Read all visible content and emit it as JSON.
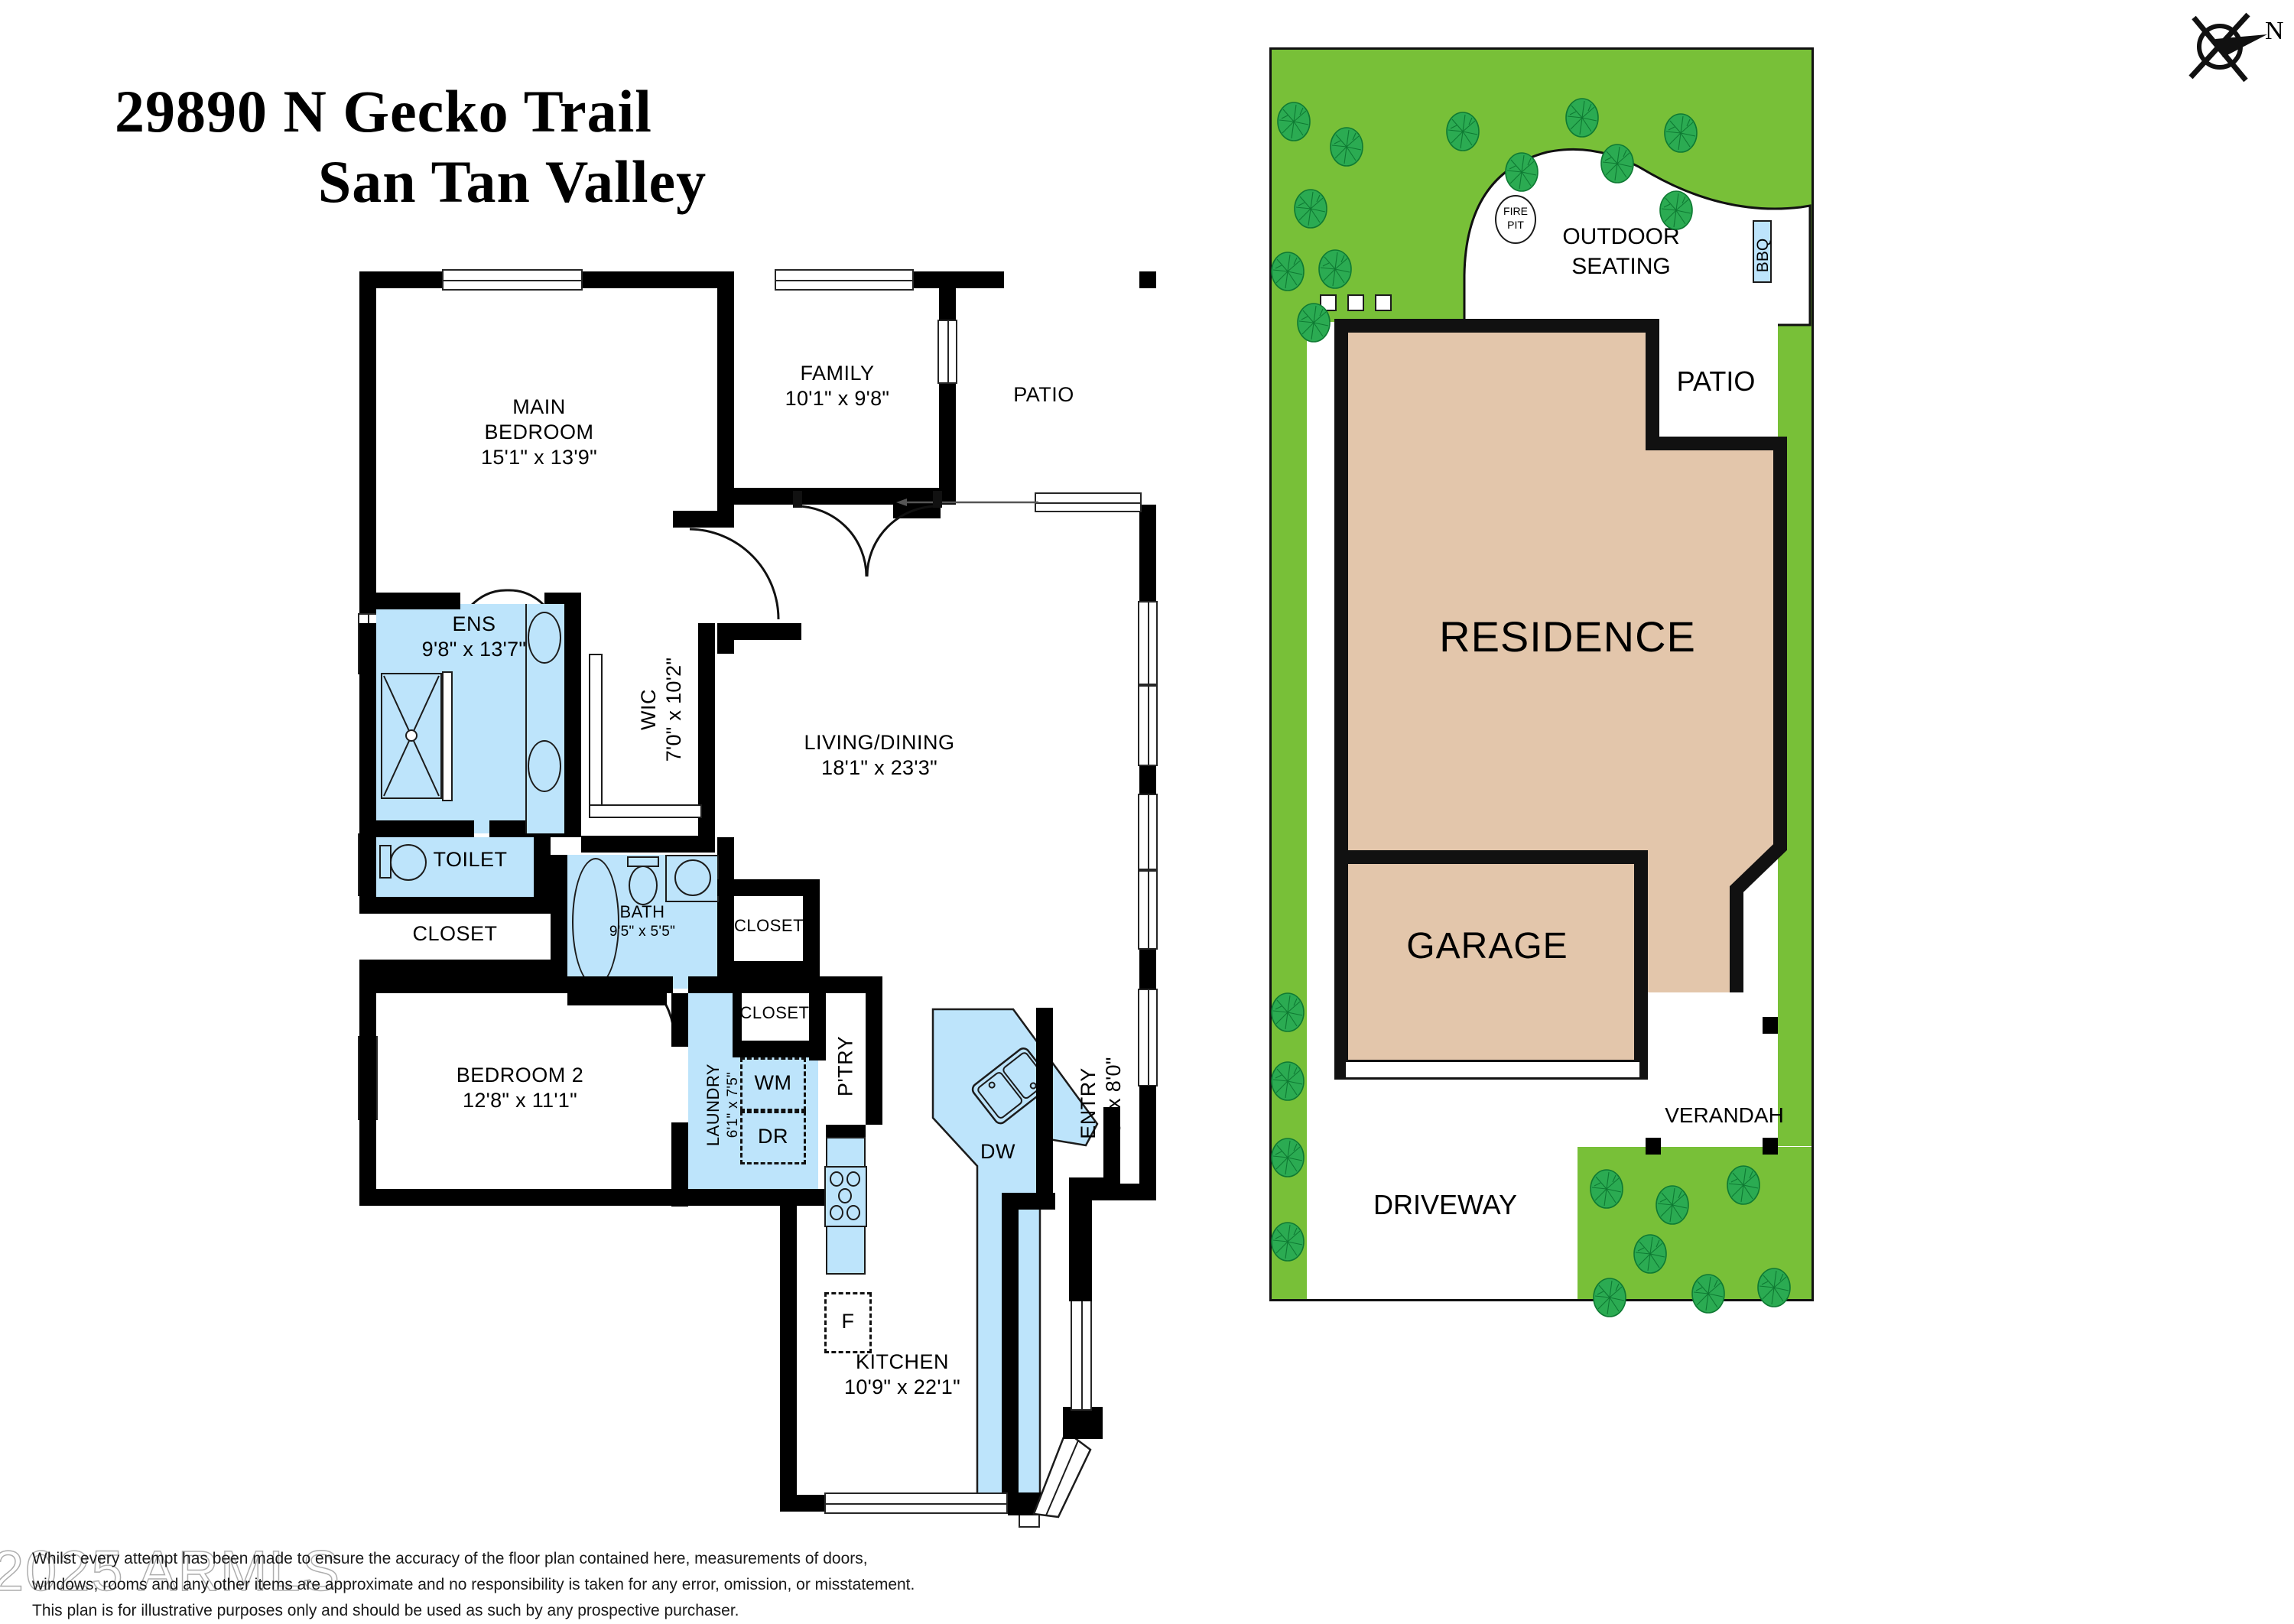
{
  "title": {
    "address_line1": "29890 N Gecko Trail",
    "address_line2": "San Tan Valley"
  },
  "compass": {
    "label": "N",
    "icon": "compass-rose-icon"
  },
  "floor_plan": {
    "rooms": [
      {
        "key": "main_bedroom",
        "name": "MAIN",
        "name2": "BEDROOM",
        "dims": "15'1\" x 13'9\""
      },
      {
        "key": "family",
        "name": "FAMILY",
        "dims": "10'1\" x 9'8\""
      },
      {
        "key": "patio",
        "name": "PATIO",
        "dims": ""
      },
      {
        "key": "ens",
        "name": "ENS",
        "dims": "9'8\" x 13'7\""
      },
      {
        "key": "wic",
        "name": "WIC",
        "dims": "7'0\" x 10'2\""
      },
      {
        "key": "living_dining",
        "name": "LIVING/DINING",
        "dims": "18'1\" x 23'3\""
      },
      {
        "key": "toilet",
        "name": "TOILET",
        "dims": ""
      },
      {
        "key": "bath",
        "name": "BATH",
        "dims": "9'5\" x 5'5\""
      },
      {
        "key": "closet_left",
        "name": "CLOSET",
        "dims": ""
      },
      {
        "key": "closet_right",
        "name": "CLOSET",
        "dims": ""
      },
      {
        "key": "bedroom2",
        "name": "BEDROOM 2",
        "dims": "12'8\" x 11'1\""
      },
      {
        "key": "closet_mid",
        "name": "CLOSET",
        "dims": ""
      },
      {
        "key": "laundry",
        "name": "LAUNDRY",
        "dims": "6'1\" x 7'5\""
      },
      {
        "key": "pantry",
        "name": "P'TRY",
        "dims": ""
      },
      {
        "key": "entry",
        "name": "ENTRY",
        "dims": "4'8\" x 8'0\""
      },
      {
        "key": "kitchen",
        "name": "KITCHEN",
        "dims": "10'9\" x 22'1\""
      }
    ],
    "appliances": [
      {
        "key": "washer",
        "label": "WM"
      },
      {
        "key": "dryer",
        "label": "DR"
      },
      {
        "key": "fridge",
        "label": "F"
      },
      {
        "key": "dishwasher",
        "label": "DW"
      }
    ]
  },
  "site_plan": {
    "labels": [
      {
        "key": "outdoor_seating",
        "line1": "OUTDOOR",
        "line2": "SEATING"
      },
      {
        "key": "fire_pit",
        "line1": "FIRE",
        "line2": "PIT"
      },
      {
        "key": "bbq",
        "line1": "BBQ",
        "line2": ""
      },
      {
        "key": "patio",
        "line1": "PATIO",
        "line2": ""
      },
      {
        "key": "residence",
        "line1": "RESIDENCE",
        "line2": ""
      },
      {
        "key": "garage",
        "line1": "GARAGE",
        "line2": ""
      },
      {
        "key": "verandah",
        "line1": "VERANDAH",
        "line2": ""
      },
      {
        "key": "driveway",
        "line1": "DRIVEWAY",
        "line2": ""
      }
    ]
  },
  "footer": {
    "disclaimer_line1": "Whilst every attempt has been made to ensure the accuracy of the floor plan contained here, measurements of doors,",
    "disclaimer_line2": "windows, rooms and any other items are approximate and no responsibility is taken for any error, omission, or misstatement.",
    "disclaimer_line3": "This plan is for illustrative purposes only and should be used as such by any prospective purchaser.",
    "watermark": "2025 ARMLS"
  },
  "colors": {
    "wall": "#000000",
    "wet_area": "#bde4fb",
    "lawn": "#78c038",
    "tree": "#2bab52",
    "residence": "#e3c6ab",
    "paper": "#ffffff"
  }
}
